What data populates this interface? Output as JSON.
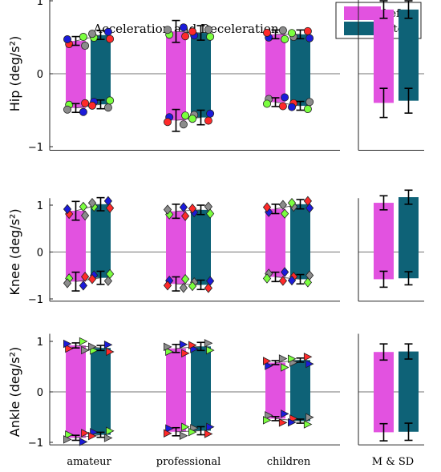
{
  "chart_data": {
    "type": "bar",
    "title": "Acceleration and Deceleration",
    "categories": [
      "amateur",
      "professional",
      "children"
    ],
    "summary_category": "M & SD",
    "legend": {
      "placement": "top-right",
      "entries": [
        {
          "name": "before",
          "color": "#e252e0"
        },
        {
          "name": "after",
          "color": "#0e6277"
        }
      ]
    },
    "yticks": [
      -1,
      0,
      1
    ],
    "ytick_labels": [
      "−1",
      "0",
      "1"
    ],
    "ylim": [
      -1.05,
      1.15
    ],
    "marker_colors": {
      "red": "#ff2a2a",
      "green": "#7bff3f",
      "blue": "#1b1bd9",
      "gray": "#8c8c8c"
    },
    "panels": [
      {
        "ylabel": "Hip (deg/s²)",
        "marker": "circle",
        "groups": [
          {
            "name": "amateur",
            "before": {
              "top": 0.45,
              "bottom": -0.47,
              "err": 0.06
            },
            "after": {
              "top": 0.53,
              "bottom": -0.42,
              "err": 0.06
            }
          },
          {
            "name": "professional",
            "before": {
              "top": 0.58,
              "bottom": -0.64,
              "err": 0.15
            },
            "after": {
              "top": 0.56,
              "bottom": -0.6,
              "err": 0.1
            }
          },
          {
            "name": "children",
            "before": {
              "top": 0.54,
              "bottom": -0.39,
              "err": 0.06
            },
            "after": {
              "top": 0.54,
              "bottom": -0.44,
              "err": 0.06
            }
          }
        ],
        "summary": {
          "before": {
            "top": 0.88,
            "bottom": -0.4,
            "err_top": 0.12,
            "err_bottom": 0.2
          },
          "after": {
            "top": 0.88,
            "bottom": -0.37,
            "err_top": 0.12,
            "err_bottom": 0.17
          }
        }
      },
      {
        "ylabel": "Knee (deg/s²)",
        "marker": "diamond",
        "groups": [
          {
            "name": "amateur",
            "before": {
              "top": 0.88,
              "bottom": -0.63,
              "err": 0.2
            },
            "after": {
              "top": 1.02,
              "bottom": -0.55,
              "err": 0.14
            }
          },
          {
            "name": "professional",
            "before": {
              "top": 0.87,
              "bottom": -0.68,
              "err": 0.15
            },
            "after": {
              "top": 0.9,
              "bottom": -0.7,
              "err": 0.1
            }
          },
          {
            "name": "children",
            "before": {
              "top": 0.92,
              "bottom": -0.53,
              "err": 0.1
            },
            "after": {
              "top": 1.02,
              "bottom": -0.58,
              "err": 0.1
            }
          }
        ],
        "summary": {
          "before": {
            "top": 1.05,
            "bottom": -0.58,
            "err_top": 0.15,
            "err_bottom": 0.17
          },
          "after": {
            "top": 1.17,
            "bottom": -0.56,
            "err_top": 0.15,
            "err_bottom": 0.14
          }
        }
      },
      {
        "ylabel": "Ankle (deg/s²)",
        "marker": "triangle",
        "groups": [
          {
            "name": "amateur",
            "before": {
              "top": 0.92,
              "bottom": -0.91,
              "err": 0.05
            },
            "after": {
              "top": 0.87,
              "bottom": -0.85,
              "err": 0.05
            }
          },
          {
            "name": "professional",
            "before": {
              "top": 0.86,
              "bottom": -0.79,
              "err": 0.08
            },
            "after": {
              "top": 0.9,
              "bottom": -0.77,
              "err": 0.08
            }
          },
          {
            "name": "children",
            "before": {
              "top": 0.58,
              "bottom": -0.53,
              "err": 0.04
            },
            "after": {
              "top": 0.63,
              "bottom": -0.58,
              "err": 0.04
            }
          }
        ],
        "summary": {
          "before": {
            "top": 0.79,
            "bottom": -0.8,
            "err_top": 0.16,
            "err_bottom": 0.17
          },
          "after": {
            "top": 0.8,
            "bottom": -0.79,
            "err_top": 0.15,
            "err_bottom": 0.17
          }
        }
      }
    ]
  }
}
